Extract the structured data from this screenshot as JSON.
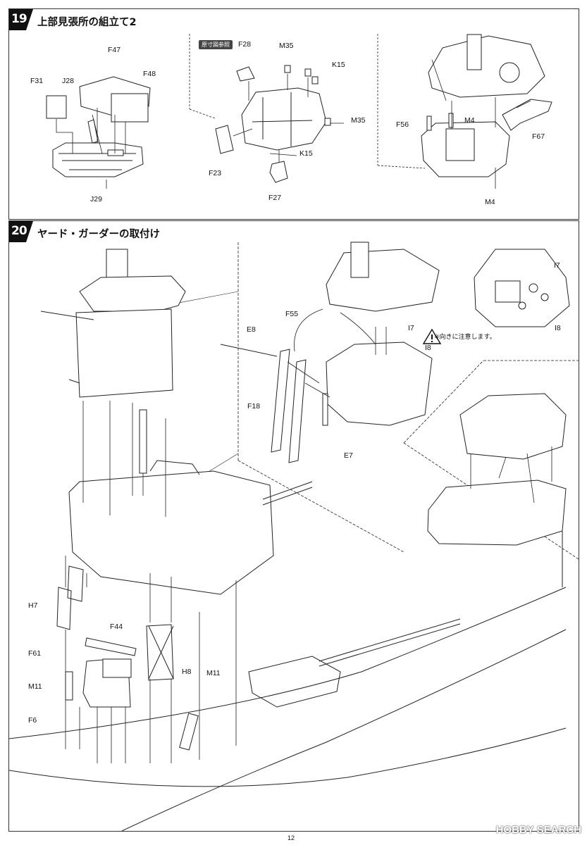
{
  "step19": {
    "number": "19",
    "title": "上部見張所の組立て2",
    "actual_size_tag": "原寸図参照",
    "parts": [
      "F47",
      "F48",
      "F31",
      "J28",
      "J29",
      "F28",
      "M35",
      "K15",
      "M35",
      "K15",
      "F23",
      "F27",
      "F56",
      "M4",
      "F67",
      "M4"
    ]
  },
  "step20": {
    "number": "20",
    "title": "ヤード・ガーダーの取付け",
    "parts": [
      "E8",
      "F55",
      "I7",
      "I8",
      "F18",
      "E7",
      "I7",
      "I8",
      "H7",
      "F44",
      "F61",
      "H8",
      "M11",
      "M11",
      "F6"
    ],
    "caution_note": "※向きに注意します。"
  },
  "footer": {
    "page_number": "12",
    "watermark": "HOBBY SEARCH"
  }
}
